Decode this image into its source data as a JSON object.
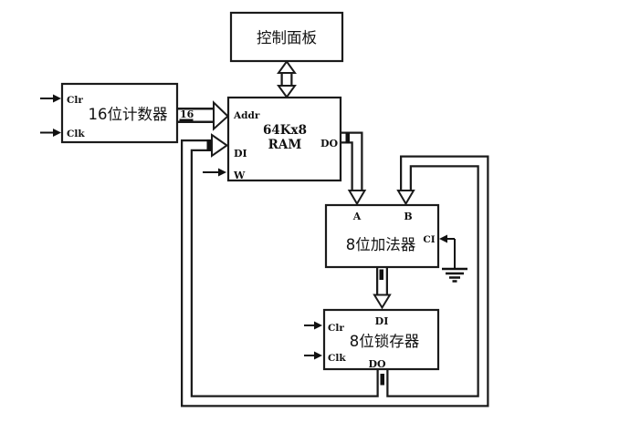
{
  "diagram": {
    "kind": "digital-circuit-block-diagram",
    "colors": {
      "line": "#1b1b1b",
      "background": "#ffffff"
    },
    "blocks": {
      "control_panel": {
        "label": "控制面板"
      },
      "counter": {
        "label": "16位计数器",
        "ports": {
          "clr": "Clr",
          "clk": "Clk"
        },
        "output_bus_width_label": "16"
      },
      "ram": {
        "label_line1": "64Kx8",
        "label_line2": "RAM",
        "ports": {
          "addr": "Addr",
          "di": "DI",
          "w": "W",
          "do": "DO"
        }
      },
      "adder": {
        "label": "8位加法器",
        "ports": {
          "a": "A",
          "b": "B",
          "ci": "CI"
        }
      },
      "latch": {
        "label": "8位锁存器",
        "ports": {
          "clr": "Clr",
          "clk": "Clk",
          "di": "DI",
          "do": "DO"
        }
      }
    },
    "connections": [
      "control_panel <-> ram (bidirectional bus)",
      "counter -> ram.Addr (16-bit bus)",
      "ram.DO -> adder.A (8-bit bus)",
      "adder -> latch.DI (8-bit bus)",
      "latch.DO -> ram.DI (8-bit feedback bus)",
      "latch.DO -> adder.B (8-bit feedback bus)",
      "adder.CI -> ground"
    ]
  }
}
